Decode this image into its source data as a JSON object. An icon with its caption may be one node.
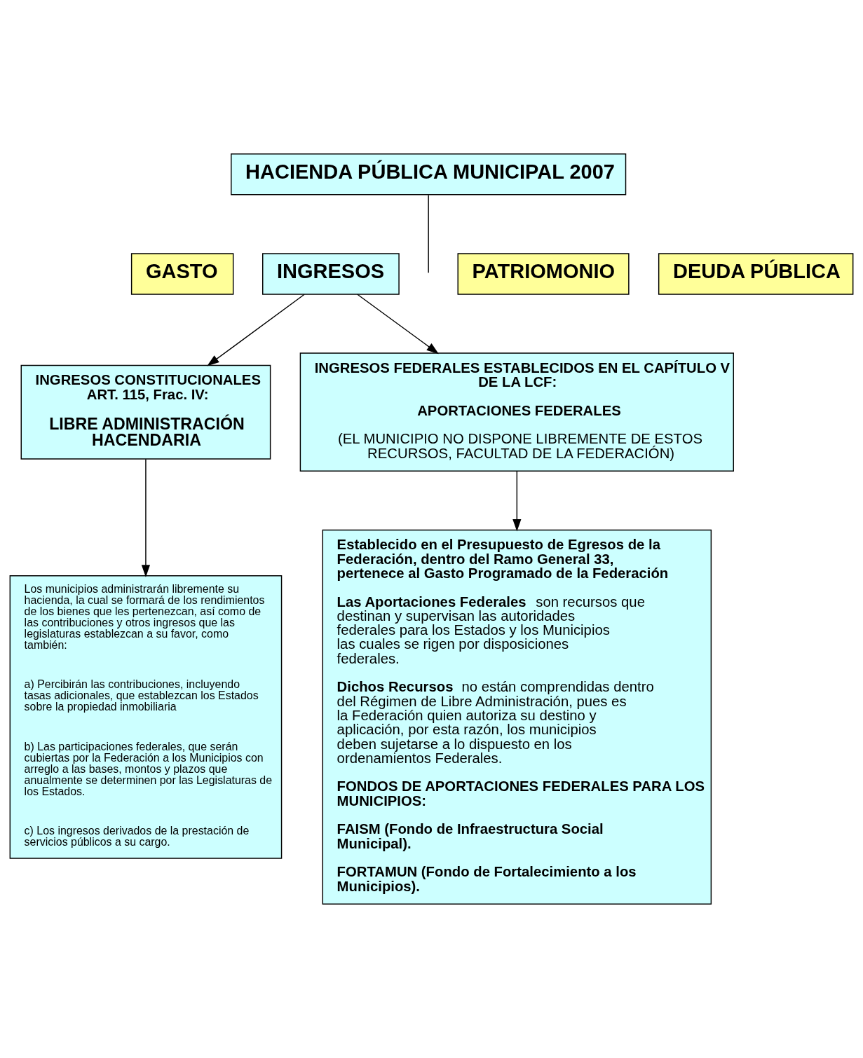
{
  "diagram": {
    "nodes": [
      {
        "text": [
          "HACIENDA PÚBLICA MUNICIPAL 2007"
        ]
      },
      {
        "text": [
          "GASTO"
        ]
      },
      {
        "text": [
          "INGRESOS"
        ]
      },
      {
        "text": [
          "PATRIOMONIO"
        ]
      },
      {
        "text": [
          "DEUDA PÚBLICA"
        ]
      },
      {
        "text": [
          "INGRESOS CONSTITUCIONALES ART. 115, Frac. IV:",
          "LIBRE ADMINISTRACIÓN HACENDARIA"
        ]
      },
      {
        "text": [
          "INGRESOS FEDERALES ESTABLECIDOS EN EL CAPÍTULO V DE LA LCF:",
          "APORTACIONES FEDERALES",
          "(EL MUNICIPIO NO DISPONE LIBREMENTE DE ESTOS RECURSOS, FACULTAD DE LA FEDERACIÓN)"
        ]
      },
      {
        "text": [
          "Los municipios administrarán libremente su hacienda, la cual se formará de los rendimientos de los bienes que les pertenezcan, así como de las contribuciones y otros ingresos que las legislaturas establezcan a su favor, como también:",
          "a) Percibirán las contribuciones, incluyendo tasas adicionales, que establezcan los Estados sobre la propiedad inmobiliaria",
          "b) Las participaciones federales, que serán cubiertas por la Federación a los Municipios con arreglo a las bases, montos y plazos que anualmente se determinen por las Legislaturas de los Estados.",
          "c) Los ingresos derivados de la prestación de servicios públicos a su cargo."
        ]
      },
      {
        "text": [
          "**Establecido en el Presupuesto de Egresos de la Federación, dentro del Ramo General 33, pertenece al Gasto Programado de la Federación**",
          "**Las Aportaciones Federales** son recursos que destinan y supervisan las autoridades federales para los Estados y los Municipios las cuales se rigen por disposiciones federales.",
          "**Dichos Recursos** no están comprendidas dentro del Régimen de Libre Administración, pues es la Federación quien autoriza su destino y aplicación, por esta razón, los municipios deben sujetarse a lo dispuesto en los ordenamientos Federales.",
          "**FONDOS DE APORTACIONES FEDERALES PARA LOS MUNICIPIOS:**",
          "**FAISM (Fondo de Infraestructura Social Municipal).**",
          "**FORTAMUN (Fondo de Fortalecimiento a los Municipios).**"
        ]
      }
    ],
    "edges": [
      {
        "from": 0,
        "to": null,
        "arrow": "none"
      },
      {
        "from": 2,
        "to": 5,
        "arrow": "to"
      },
      {
        "from": 2,
        "to": 6,
        "arrow": "to"
      },
      {
        "from": 5,
        "to": 7,
        "arrow": "to"
      },
      {
        "from": 6,
        "to": 8,
        "arrow": "to"
      }
    ]
  }
}
